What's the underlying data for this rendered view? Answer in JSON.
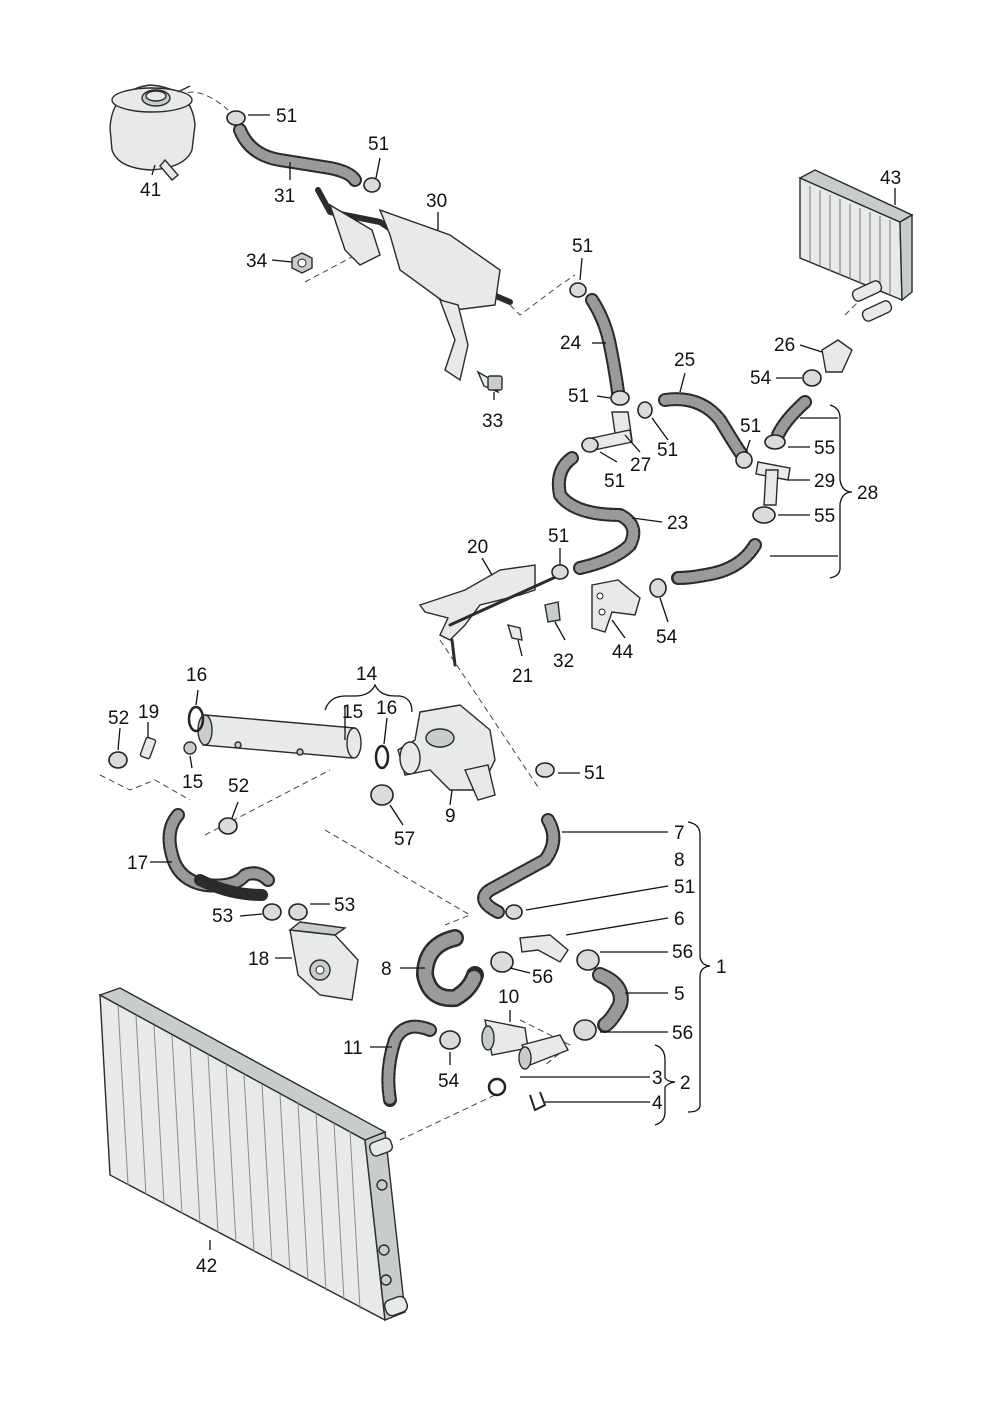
{
  "callouts": {
    "c1": "1",
    "c2": "2",
    "c3": "3",
    "c4": "4",
    "c5": "5",
    "c6": "6",
    "c7": "7",
    "c8": "8",
    "c9": "9",
    "c10": "10",
    "c11": "11",
    "c14": "14",
    "c15": "15",
    "c16": "16",
    "c17": "17",
    "c18": "18",
    "c19": "19",
    "c20": "20",
    "c21": "21",
    "c23": "23",
    "c24": "24",
    "c25": "25",
    "c26": "26",
    "c27": "27",
    "c28": "28",
    "c29": "29",
    "c30": "30",
    "c31": "31",
    "c32": "32",
    "c33": "33",
    "c34": "34",
    "c41": "41",
    "c42": "42",
    "c43": "43",
    "c44": "44",
    "c51": "51",
    "c52": "52",
    "c53": "53",
    "c54": "54",
    "c55": "55",
    "c56": "56",
    "c57": "57"
  }
}
